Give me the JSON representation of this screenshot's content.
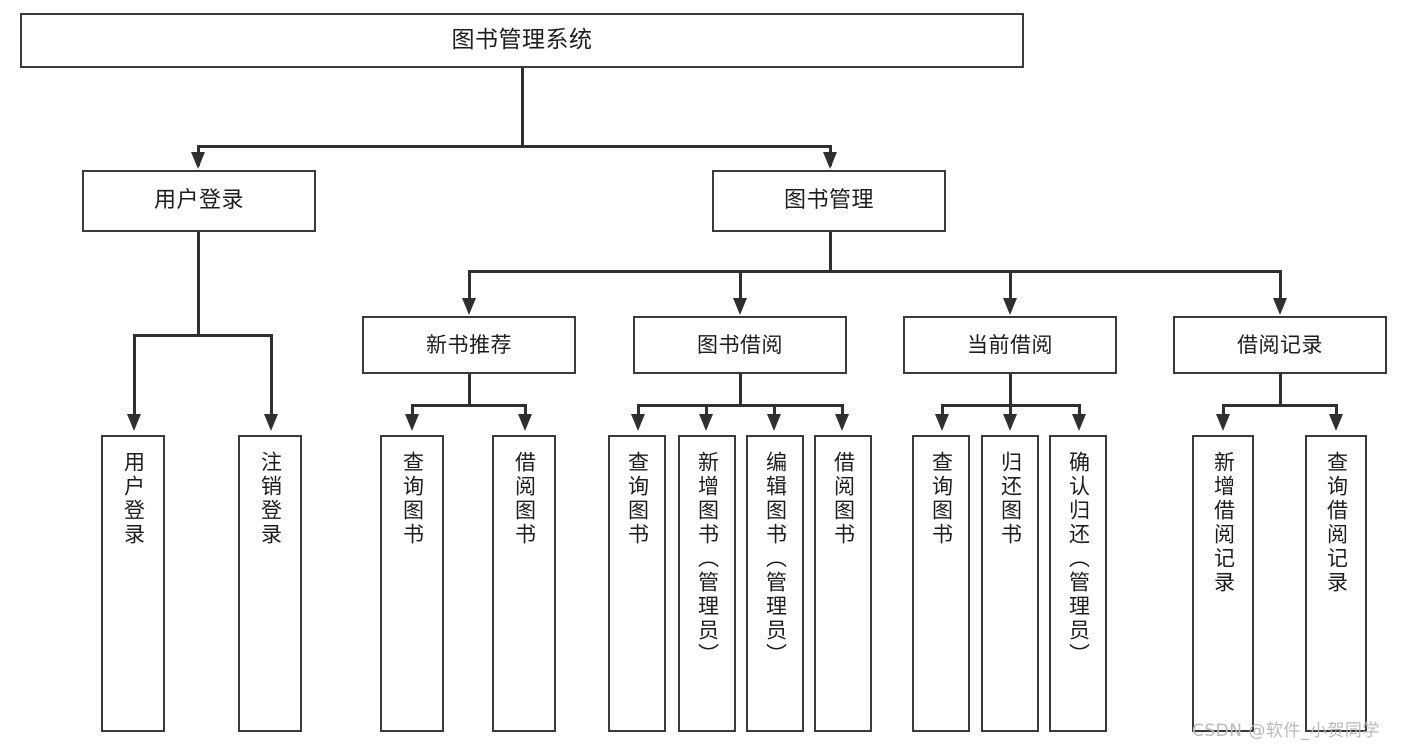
{
  "diagram": {
    "title": "图书管理系统",
    "type": "tree-hierarchy",
    "root": {
      "label": "图书管理系统"
    },
    "level2": [
      {
        "label": "用户登录"
      },
      {
        "label": "图书管理"
      }
    ],
    "level3": [
      {
        "label": "新书推荐"
      },
      {
        "label": "图书借阅"
      },
      {
        "label": "当前借阅"
      },
      {
        "label": "借阅记录"
      }
    ],
    "leaves": {
      "user_login": [
        {
          "label": "用户登录"
        },
        {
          "label": "注销登录"
        }
      ],
      "new_book_recommend": [
        {
          "label": "查询图书"
        },
        {
          "label": "借阅图书"
        }
      ],
      "book_borrow": [
        {
          "label": "查询图书"
        },
        {
          "label": "新增图书（管理员）"
        },
        {
          "label": "编辑图书（管理员）"
        },
        {
          "label": "借阅图书"
        }
      ],
      "current_borrow": [
        {
          "label": "查询图书"
        },
        {
          "label": "归还图书"
        },
        {
          "label": "确认归还（管理员）"
        }
      ],
      "borrow_record": [
        {
          "label": "新增借阅记录"
        },
        {
          "label": "查询借阅记录"
        }
      ]
    }
  },
  "watermark": {
    "text": "CSDN @软件_小贺同学"
  },
  "colors": {
    "box_border": "#3a3a3a",
    "connector": "#2f2f2f",
    "background": "#ffffff",
    "text": "#1d1d1d",
    "watermark": "#b9b9b9"
  }
}
